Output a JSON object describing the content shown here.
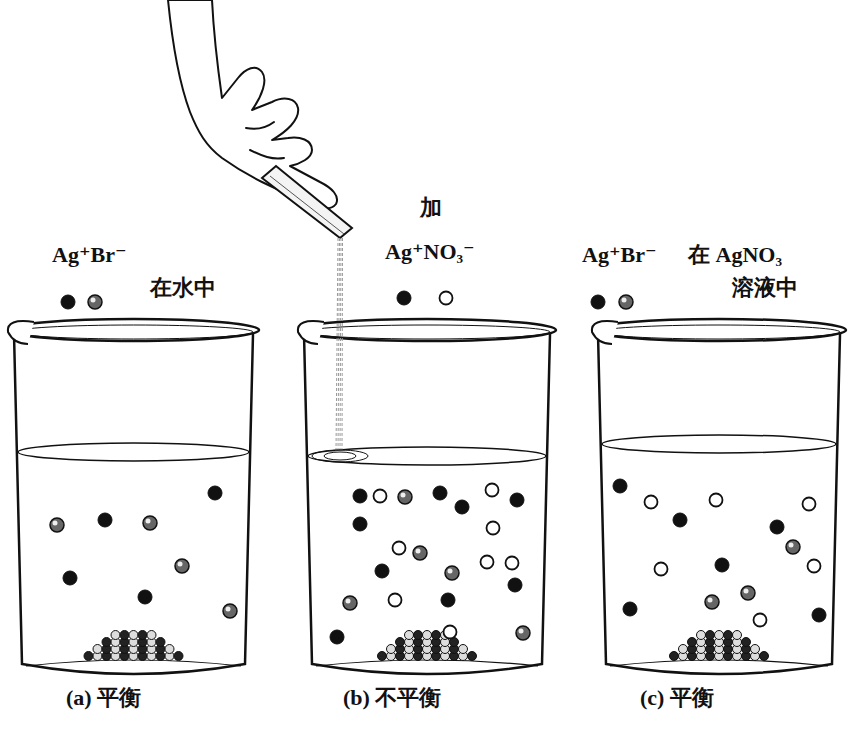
{
  "diagram": {
    "labels": [
      "Ag⁺Br⁻",
      "在水中",
      "加",
      "Ag⁺NO₃⁻",
      "Ag⁺Br⁻",
      "在 AgNO₃",
      "溶液中",
      "(a) 平衡",
      "(b) 不平衡",
      "(c) 平衡"
    ]
  }
}
